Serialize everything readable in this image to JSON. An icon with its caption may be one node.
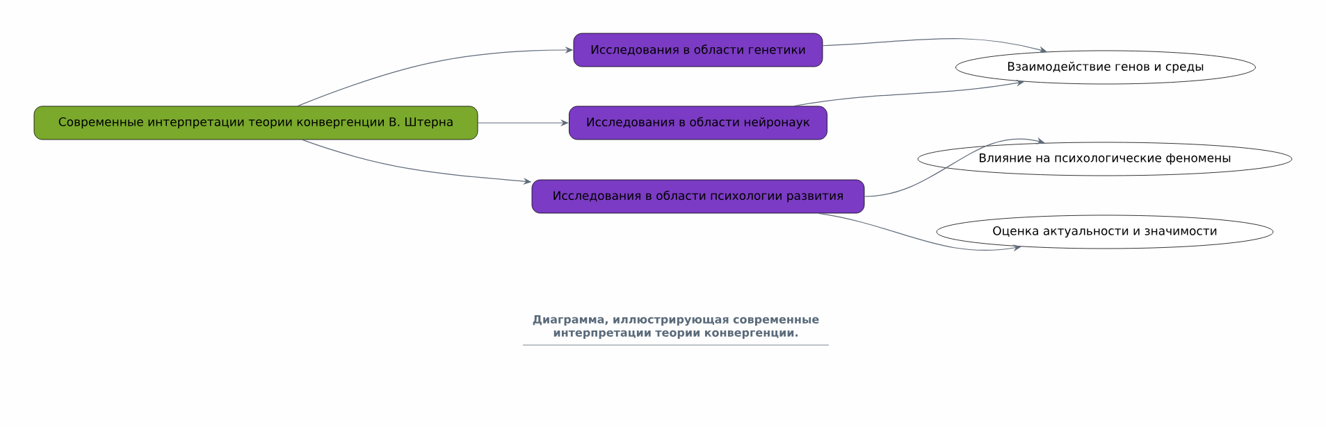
{
  "diagram": {
    "caption": "Диаграмма, иллюстрирующая современные интерпретации теории конвергенции.",
    "nodes": [
      {
        "text": [
          "Современные интерпретации теории конвергенции В. Штерна"
        ]
      },
      {
        "text": [
          "Исследования в области генетики"
        ]
      },
      {
        "text": [
          "Исследования в области нейронаук"
        ]
      },
      {
        "text": [
          "Исследования в области психологии развития"
        ]
      },
      {
        "text": [
          "Взаимодействие генов и среды"
        ]
      },
      {
        "text": [
          "Влияние на психологические феномены"
        ]
      },
      {
        "text": [
          "Оценка актуальности и значимости"
        ]
      }
    ],
    "edges": [
      {
        "from": 0,
        "to": 1,
        "arrow": "to"
      },
      {
        "from": 0,
        "to": 2,
        "arrow": "to"
      },
      {
        "from": 0,
        "to": 3,
        "arrow": "to"
      },
      {
        "from": 1,
        "to": 4,
        "arrow": "to"
      },
      {
        "from": 2,
        "to": 4,
        "arrow": "to"
      },
      {
        "from": 3,
        "to": 5,
        "arrow": "to"
      },
      {
        "from": 3,
        "to": 6,
        "arrow": "to"
      }
    ]
  }
}
